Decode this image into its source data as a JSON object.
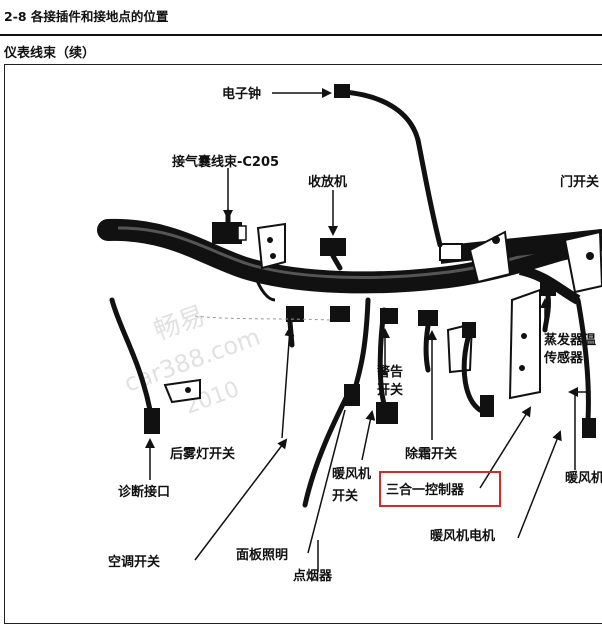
{
  "header": {
    "title": "2-8 各接插件和接地点的位置"
  },
  "section": {
    "title": "仪表线束（续）"
  },
  "watermark": {
    "line1": "畅易",
    "line2": "car388.com",
    "line3": "2010"
  },
  "labels": {
    "clock": "电子钟",
    "airbag": "接气囊线束-C205",
    "radio": "收放机",
    "door_switch": "门开关",
    "evap_sensor_1": "蒸发器温",
    "evap_sensor_2": "传感器",
    "warning_1": "警告",
    "warning_2": "开关",
    "fog_switch": "后雾灯开关",
    "diag_port": "诊断接口",
    "defrost_switch": "除霜开关",
    "fan_switch_1": "暖风机",
    "fan_switch_2": "开关",
    "controller": "三合一控制器",
    "fan_right": "暖风机",
    "ac_switch": "空调开关",
    "panel_light": "面板照明",
    "fan_motor": "暖风机电机",
    "lighter": "点烟器"
  },
  "colors": {
    "highlight": "#d42a2a",
    "ink": "#111111"
  }
}
